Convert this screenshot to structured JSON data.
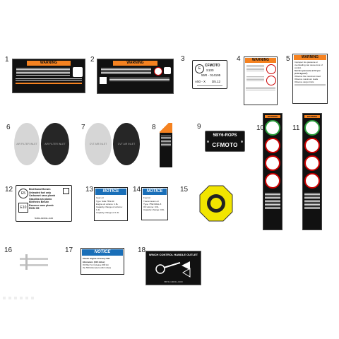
{
  "item_numbers": [
    "1",
    "2",
    "3",
    "4",
    "5",
    "6",
    "7",
    "8",
    "9",
    "10",
    "11",
    "12",
    "13",
    "14",
    "15",
    "16",
    "17",
    "18"
  ],
  "warning_word": "WARNING",
  "label3": {
    "line1": "CFMOTO",
    "line2": "S100",
    "line3": "55R - 014195",
    "line4a": "A50 - X",
    "line4b": "D5.12"
  },
  "label6_text": "AIR FILTER INLET",
  "label7_text": "CVT AIR INLET",
  "label9": {
    "line1": "5BY6-ROPS",
    "line2": "CFMOTO"
  },
  "label12": {
    "fuel_marks": [
      "E5",
      "E10"
    ],
    "lines": [
      "Bioéthanol Benzin",
      "Unleaded fuel only",
      "Carburant sans plomb",
      "Gasolina sin plomo",
      "Bleifreies Benzin",
      "Essence sans plomb"
    ],
    "ron_label": "RON 95",
    "part_code": "5GBA-190011-1100"
  },
  "notice_word": "NOTICE",
  "label13": {
    "lines": [
      "Gear oil",
      "Type: SAE 75W-90",
      "Engine oil volume: 1.6L",
      "Capacity change oil volume: 1.4L",
      "Capacity change oil 1.4L"
    ]
  },
  "label14": {
    "lines": [
      "Fuel oil",
      "Transmission oil",
      "Type: 75W-90GL-5",
      "Oil volume: 0.6L",
      "Capacity change: 0.6L"
    ]
  },
  "label17": {
    "lines": [
      "Check engine oil every 500",
      "kilometers (310 miles)",
      "Oil filter for it please 300 km",
      "the 500 kilometers (310 miles)"
    ]
  },
  "label18": {
    "title": "WINCH CONTROL HANDLE OUTLET",
    "part_code": "5BYD-190011-1300"
  },
  "label5_lines": [
    "Improper tire pressure or overloading can cause loss of control.",
    "Set tire pressure at 10 psi (0.70 kg/cm²)",
    "Observe the maximum load",
    "Observe maximum loads",
    "Observe cargo limits"
  ]
}
